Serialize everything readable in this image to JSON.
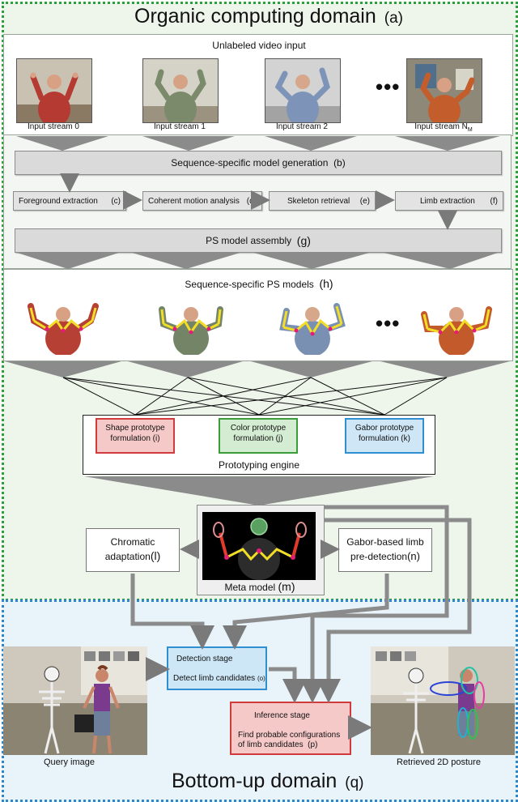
{
  "organic": {
    "title": "Organic computing domain",
    "tag": "(a)"
  },
  "bottom": {
    "title": "Bottom-up domain",
    "tag": "(q)"
  },
  "video": {
    "label": "Unlabeled video input",
    "streams": [
      "Input stream 0",
      "Input stream 1",
      "Input stream 2"
    ],
    "last_stream": "Input stream N",
    "last_sub": "M",
    "ellipsis": "•••"
  },
  "model_gen": {
    "label": "Sequence-specific model generation",
    "tag": "(b)",
    "steps": [
      {
        "label": "Foreground extraction",
        "tag": "(c)"
      },
      {
        "label": "Coherent motion analysis",
        "tag": "(d)"
      },
      {
        "label": "Skeleton retrieval",
        "tag": "(e)"
      },
      {
        "label": "Limb extraction",
        "tag": "(f)"
      }
    ],
    "assembly": "PS model assembly",
    "assembly_tag": "(g)"
  },
  "ps_models": {
    "label": "Sequence-specific PS models",
    "tag": "(h)"
  },
  "prototyping": {
    "engine_label": "Prototyping engine",
    "shape": {
      "line1": "Shape prototype",
      "line2": "formulation",
      "tag": "(i)"
    },
    "color": {
      "line1": "Color prototype",
      "line2": "formulation",
      "tag": "(j)"
    },
    "gabor": {
      "line1": "Gabor prototype",
      "line2": "formulation",
      "tag": "(k)"
    }
  },
  "meta": {
    "label": "Meta model",
    "tag": "(m)",
    "chromatic": {
      "line1": "Chromatic",
      "line2": "adaptation",
      "tag": "(l)"
    },
    "gabor": {
      "line1": "Gabor-based limb",
      "line2": "pre-detection",
      "tag": "(n)"
    }
  },
  "detection": {
    "title": "Detection stage",
    "text": "Detect limb candidates",
    "tag": "(o)"
  },
  "inference": {
    "title": "Inference stage",
    "line1": "Find probable configurations",
    "line2": "of limb candidates",
    "tag": "(p)"
  },
  "query_label": "Query image",
  "retrieved_label": "Retrieved 2D posture",
  "colors": {
    "organic_bg": "#eef6ec",
    "organic_border": "#2e9e3e",
    "bottom_bg": "#e9f3fa",
    "bottom_border": "#2f86c8",
    "shape_fill": "#f6c9c9",
    "shape_border": "#d23b3b",
    "color_fill": "#d4ecd2",
    "color_border": "#3a9d3a",
    "gabor_fill": "#cfe6f6",
    "gabor_border": "#2f8fd0"
  }
}
